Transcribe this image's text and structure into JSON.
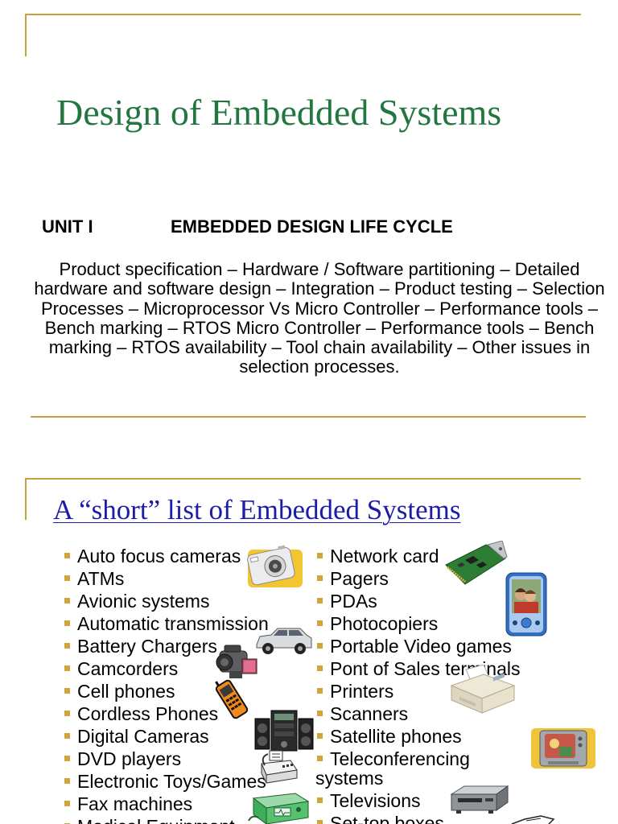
{
  "slide1": {
    "title": "Design of Embedded Systems",
    "unit_label": "UNIT I",
    "unit_heading": "EMBEDDED DESIGN LIFE CYCLE",
    "paragraph_lines": [
      "Product specification – Hardware / Software partitioning – Detailed",
      "hardware and software design – Integration – Product testing – Selection",
      "Processes – Microprocessor Vs Micro Controller – Performance tools –",
      "Bench marking – RTOS Micro Controller – Performance tools – Bench",
      "marking – RTOS availability – Tool chain availability – Other issues in",
      "selection processes."
    ]
  },
  "slide2": {
    "title": "A “short” list of Embedded Systems",
    "left_items": [
      "Auto focus cameras",
      "ATMs",
      "Avionic systems",
      "Automatic transmission",
      "Battery Chargers",
      "Camcorders",
      "Cell phones",
      "Cordless Phones",
      "Digital Cameras",
      "DVD players",
      "Electronic Toys/Games",
      "Fax machines",
      "Medical Equipment"
    ],
    "right_items": [
      "Network card",
      "Pagers",
      "PDAs",
      "Photocopiers",
      "Portable Video games",
      "Pont of Sales terminals",
      "Printers",
      "Scanners",
      "Satellite phones",
      "Teleconferencing systems",
      "Televisions",
      "Set-top boxes"
    ],
    "icons": [
      "camera-icon",
      "network-card-icon",
      "pda-icon",
      "car-icon",
      "camcorder-icon",
      "cell-phone-icon",
      "printer-icon",
      "stereo-icon",
      "television-icon",
      "fax-machine-icon",
      "medical-equipment-icon",
      "vcr-icon",
      "device-icon"
    ]
  },
  "colors": {
    "rule_gold": "#c9a03c",
    "bullet_gold": "#d2a43c",
    "title_green": "#22763f",
    "title_blue": "#1c1ca8"
  }
}
